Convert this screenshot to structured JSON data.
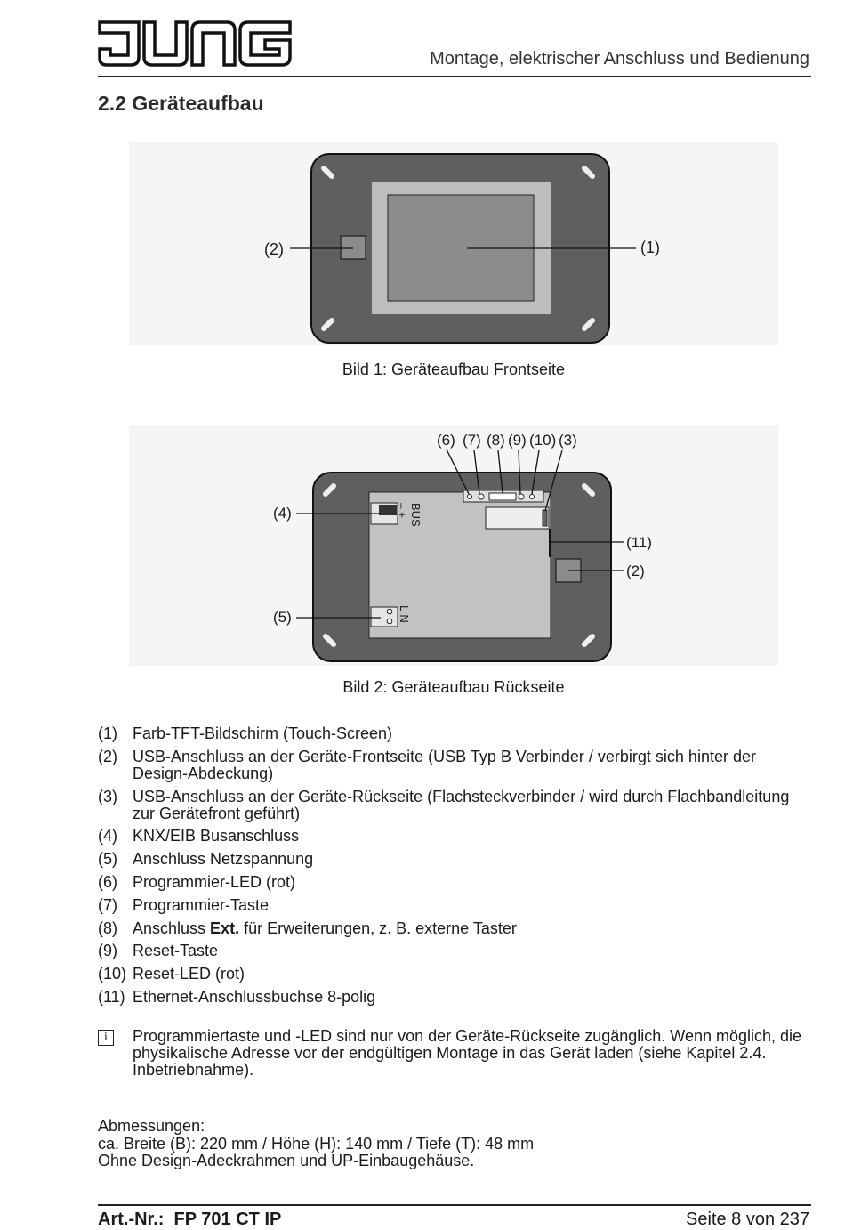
{
  "header": {
    "logo_text": "JUNG",
    "subtitle": "Montage, elektrischer Anschluss und Bedienung"
  },
  "section": {
    "title": "2.2 Geräteaufbau"
  },
  "figures": {
    "front": {
      "caption": "Bild 1: Geräteaufbau Frontseite",
      "labels": {
        "screen": "(1)",
        "usb_front": "(2)"
      }
    },
    "back": {
      "caption": "Bild 2: Geräteaufbau Rückseite",
      "labels": {
        "prog_led": "(6)",
        "prog_button": "(7)",
        "ext": "(8)",
        "reset_button": "(9)",
        "reset_led": "(10)",
        "usb_back": "(3)",
        "bus": "(4)",
        "power": "(5)",
        "ethernet": "(11)",
        "usb_front": "(2)"
      },
      "terminal_bus": "BUS",
      "terminal_bus_signs": "– +",
      "terminal_ln": "L N"
    }
  },
  "legend": [
    {
      "num": "(1)",
      "text": "Farb-TFT-Bildschirm (Touch-Screen)"
    },
    {
      "num": "(2)",
      "text": "USB-Anschluss an der Geräte-Frontseite (USB Typ B Verbinder / verbirgt sich hinter der Design-Abdeckung)"
    },
    {
      "num": "(3)",
      "text": "USB-Anschluss an der Geräte-Rückseite (Flachsteckverbinder / wird durch Flachbandleitung zur Gerätefront geführt)"
    },
    {
      "num": "(4)",
      "text": "KNX/EIB Busanschluss"
    },
    {
      "num": "(5)",
      "text": "Anschluss Netzspannung"
    },
    {
      "num": "(6)",
      "text": "Programmier-LED (rot)"
    },
    {
      "num": "(7)",
      "text": "Programmier-Taste"
    },
    {
      "num": "(8)",
      "text_before": "Anschluss ",
      "text_bold": "Ext.",
      "text_after": " für Erweiterungen, z. B. externe Taster"
    },
    {
      "num": "(9)",
      "text": "Reset-Taste"
    },
    {
      "num": "(10)",
      "text": "Reset-LED (rot)"
    },
    {
      "num": "(11)",
      "text": "Ethernet-Anschlussbuchse 8-polig"
    }
  ],
  "note": {
    "icon": "info-icon",
    "icon_glyph": "i",
    "text": "Programmiertaste und -LED sind nur von der Geräte-Rückseite zugänglich. Wenn möglich, die physikalische Adresse vor der endgültigen Montage in das Gerät laden (siehe Kapitel 2.4. Inbetriebnahme)."
  },
  "dimensions": {
    "heading": "Abmessungen:",
    "line1": "ca. Breite (B): 220 mm / Höhe (H): 140 mm / Tiefe (T): 48 mm",
    "line2": "Ohne Design-Adeckrahmen und UP-Einbaugehäuse."
  },
  "footer": {
    "article": "Art.-Nr.:  FP 701 CT IP",
    "page": "Seite 8 von 237"
  },
  "colors": {
    "housing": "#5f5f5f",
    "screen": "#8c8c8c",
    "bezel": "#bdbdbd",
    "back_panel": "#c2c2c2",
    "figure_bg": "#f4f4f4"
  }
}
